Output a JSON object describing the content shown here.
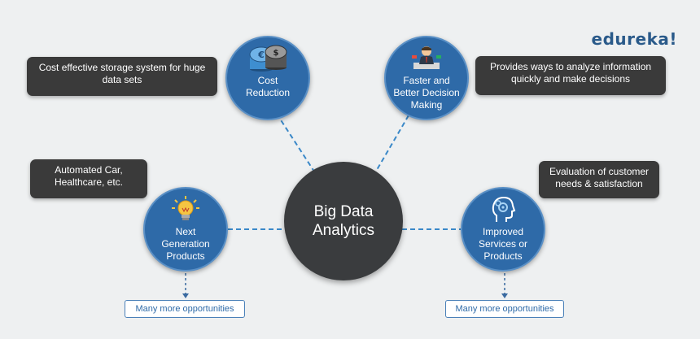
{
  "brand": "edureka!",
  "center": {
    "label": "Big Data\nAnalytics"
  },
  "nodes": {
    "cost_reduction": {
      "label": "Cost\nReduction",
      "icon": "coins-icon"
    },
    "faster_decision": {
      "label": "Faster and\nBetter Decision\nMaking",
      "icon": "businessman-icon"
    },
    "next_gen": {
      "label": "Next\nGeneration\nProducts",
      "icon": "lightbulb-icon"
    },
    "improved_services": {
      "label": "Improved\nServices or\nProducts",
      "icon": "head-gears-icon"
    }
  },
  "callouts": {
    "cost": "Cost effective storage system for huge\ndata sets",
    "decision": "Provides ways to analyze information\nquickly and make decisions",
    "next_gen": "Automated Car,\nHealthcare, etc.",
    "services": "Evaluation of  customer\nneeds & satisfaction"
  },
  "opportunities": {
    "left": "Many more opportunities",
    "right": "Many more opportunities"
  },
  "colors": {
    "node_blue": "#2e6aa8",
    "dark": "#3a3a3a",
    "connector": "#3a88c8",
    "background": "#eef0f1"
  }
}
